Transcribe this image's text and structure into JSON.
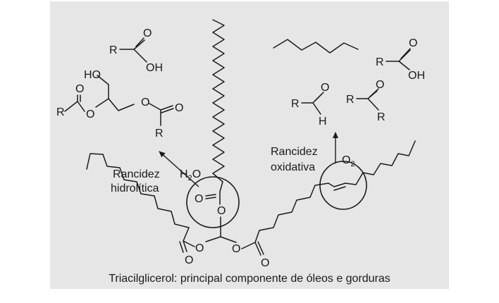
{
  "panel_bg": "#e6e6e6",
  "atoms": {
    "R": "R",
    "O": "O",
    "OH": "OH",
    "HO": "HO",
    "H": "H"
  },
  "labels": {
    "hydrolytic_line1": "Rancidez",
    "hydrolytic_line2": "hidrolítica",
    "water_main": "H",
    "water_sub": "2",
    "water_tail": "O",
    "oxidative_line1": "Rancidez",
    "oxidative_line2": "oxidativa",
    "oxygen_main": "O",
    "oxygen_sub": "2"
  },
  "caption": "Triacilglicerol: principal componente de óleos e gorduras"
}
